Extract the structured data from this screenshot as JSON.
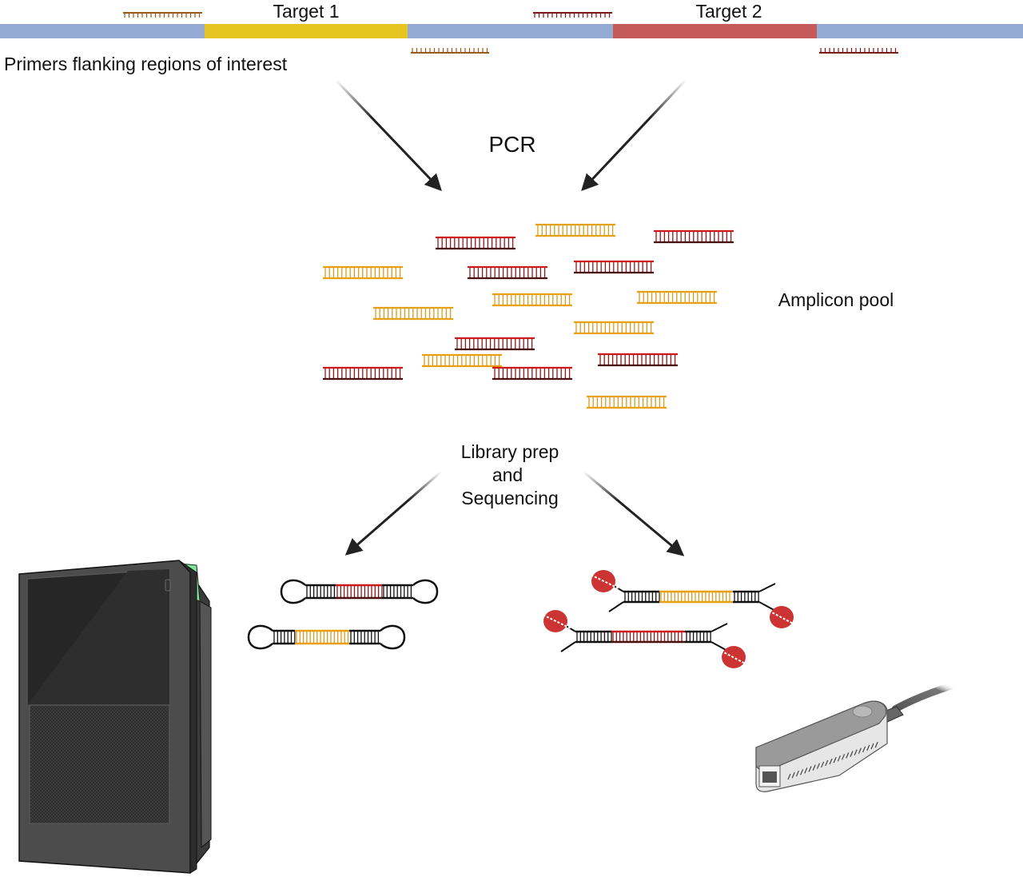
{
  "title": "Amplicon sequencing workflow",
  "genome_track": {
    "segments": [
      {
        "name": "flank-left",
        "color": "#94aad3"
      },
      {
        "name": "target-1",
        "color": "#e6c522"
      },
      {
        "name": "flank-middle",
        "color": "#94aad3"
      },
      {
        "name": "target-2",
        "color": "#c55a5a"
      },
      {
        "name": "flank-right",
        "color": "#94aad3"
      }
    ],
    "target_labels": [
      "Target 1",
      "Target 2"
    ],
    "primers_label": "Primers flanking regions of interest",
    "primer_colors": {
      "target_1": "#9a5a1a",
      "target_2": "#7a1a1a"
    }
  },
  "steps": {
    "pcr": "PCR",
    "pool": "Amplicon pool",
    "library_line1": "Library prep",
    "library_line2": "and",
    "library_line3": "Sequencing"
  },
  "amplicon_colors": {
    "orange": {
      "top": "#e8a010",
      "bottom": "#e8a010",
      "rungs": "#d99a20"
    },
    "red": {
      "top": "#cc1a1a",
      "bottom": "#4a0f0f",
      "rungs": "#8a1a1a"
    }
  },
  "amplicons": [
    {
      "type": "red"
    },
    {
      "type": "orange"
    },
    {
      "type": "red"
    },
    {
      "type": "orange"
    },
    {
      "type": "red"
    },
    {
      "type": "red"
    },
    {
      "type": "orange"
    },
    {
      "type": "orange"
    },
    {
      "type": "orange"
    },
    {
      "type": "orange"
    },
    {
      "type": "red"
    },
    {
      "type": "orange"
    },
    {
      "type": "red"
    },
    {
      "type": "red"
    },
    {
      "type": "red"
    },
    {
      "type": "orange"
    }
  ],
  "libraries": {
    "circular": [
      {
        "insert": "red"
      },
      {
        "insert": "orange"
      }
    ],
    "adapter": [
      {
        "insert": "orange"
      },
      {
        "insert": "red"
      }
    ],
    "motor_protein_color": "#cc3333"
  },
  "instruments": {
    "short_read": "benchtop sequencer",
    "long_read": "portable nanopore sequencer"
  }
}
